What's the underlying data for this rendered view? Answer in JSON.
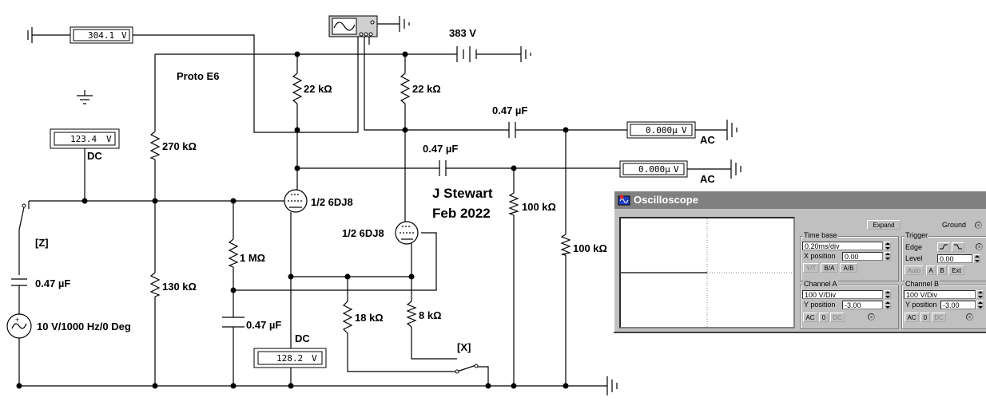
{
  "schematic": {
    "title_label": "Proto E6",
    "author": "J Stewart",
    "date": "Feb 2022",
    "supply_label": "383 V",
    "tube_1": "1/2 6DJ8",
    "tube_2": "1/2 6DJ8",
    "resistors": {
      "r_plate_1": "22 kΩ",
      "r_plate_2": "22 kΩ",
      "r_top_divider": "270 kΩ",
      "r_bottom_divider": "130 kΩ",
      "r_grid": "1 MΩ",
      "r_cathode_shared": "18 kΩ",
      "r_cathode_2": "8 kΩ",
      "r_load_1": "100 kΩ",
      "r_load_2": "100 kΩ"
    },
    "capacitors": {
      "c_out_1": "0.47 µF",
      "c_out_2": "0.47 µF",
      "c_grid_bypass": "0.47 µF",
      "c_input": "0.47 µF"
    },
    "source_label": "10 V/1000 Hz/0 Deg",
    "switch_z_label": "[Z]",
    "switch_x_label": "[X]",
    "meters": {
      "top_voltmeter": {
        "value": "304.1",
        "unit": "V"
      },
      "divider_voltmeter": {
        "value": "123.4",
        "unit": "V",
        "mode": "DC"
      },
      "cathode_voltmeter": {
        "value": "128.2",
        "unit": "V",
        "mode": "DC"
      },
      "ac_voltmeter_1": {
        "value": "0.000µ",
        "unit": "V",
        "mode": "AC"
      },
      "ac_voltmeter_2": {
        "value": "0.000µ",
        "unit": "V",
        "mode": "AC"
      }
    }
  },
  "oscilloscope": {
    "title": "Oscilloscope",
    "expand_label": "Expand",
    "ground_label": "Ground",
    "time_base": {
      "group_label": "Time base",
      "value": "0.20ms/div",
      "x_position_label": "X position",
      "x_position_value": "0.00",
      "buttons": [
        "Y/T",
        "B/A",
        "A/B"
      ]
    },
    "trigger": {
      "group_label": "Trigger",
      "edge_label": "Edge",
      "level_label": "Level",
      "level_value": "0.00",
      "buttons": [
        "Auto",
        "A",
        "B",
        "Ext"
      ]
    },
    "channel_a": {
      "group_label": "Channel A",
      "value": "100 V/Div",
      "y_position_label": "Y position",
      "y_position_value": "-3.00",
      "buttons": [
        "AC",
        "0",
        "DC"
      ]
    },
    "channel_b": {
      "group_label": "Channel B",
      "value": "100 V/Div",
      "y_position_label": "Y position",
      "y_position_value": "-3.00",
      "buttons": [
        "AC",
        "0",
        "DC"
      ]
    }
  }
}
